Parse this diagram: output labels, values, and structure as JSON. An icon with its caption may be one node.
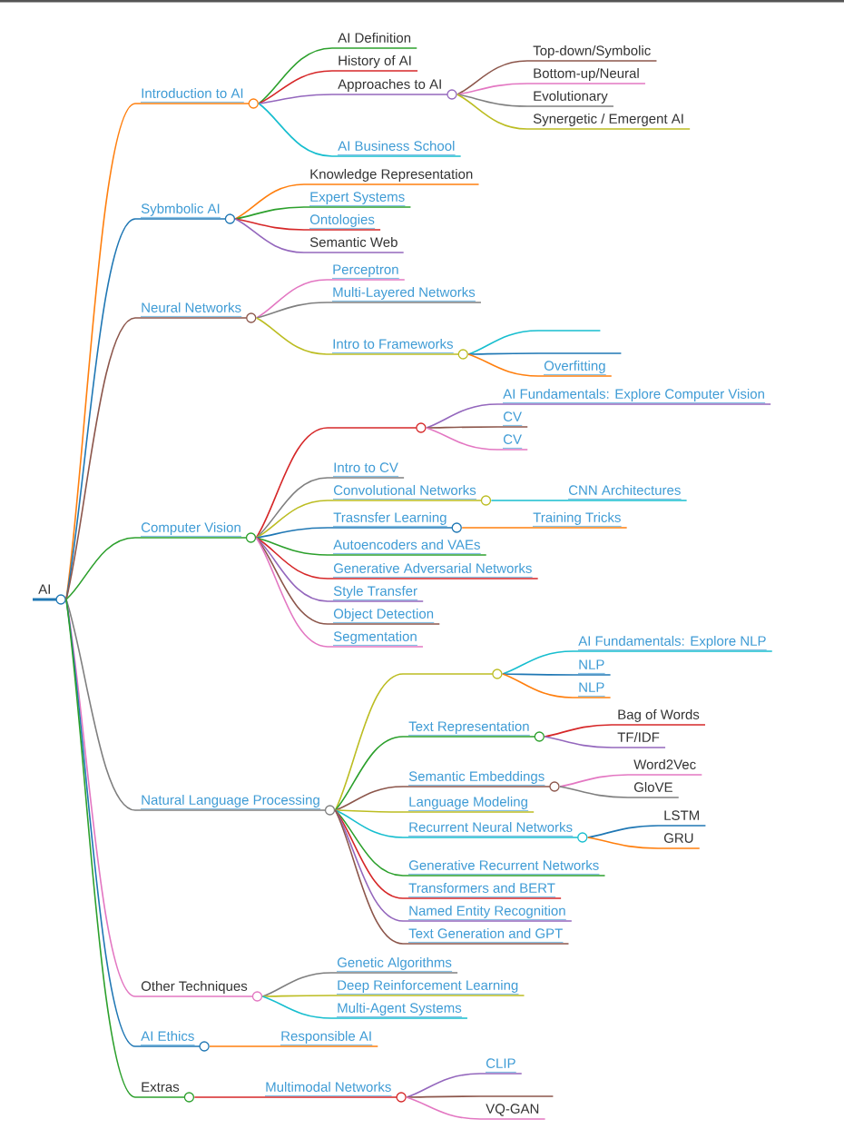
{
  "diagram": {
    "nodes": [
      {
        "text": [
          "AI"
        ]
      },
      {
        "text": [
          "Introduction to AI"
        ]
      },
      {
        "text": [
          "AI Definition"
        ]
      },
      {
        "text": [
          "History of AI"
        ]
      },
      {
        "text": [
          "Approaches to AI"
        ]
      },
      {
        "text": [
          "Top-down/Symbolic"
        ]
      },
      {
        "text": [
          "Bottom-up/Neural"
        ]
      },
      {
        "text": [
          "Evolutionary"
        ]
      },
      {
        "text": [
          "Synergetic / Emergent AI"
        ]
      },
      {
        "text": [
          "AI Business School"
        ]
      },
      {
        "text": [
          "Sybmbolic AI"
        ]
      },
      {
        "text": [
          "Knowledge Representation"
        ]
      },
      {
        "text": [
          "Expert Systems"
        ]
      },
      {
        "text": [
          "Ontologies"
        ]
      },
      {
        "text": [
          "Semantic Web"
        ]
      },
      {
        "text": [
          "Neural Networks"
        ]
      },
      {
        "text": [
          "Perceptron"
        ]
      },
      {
        "text": [
          "Multi-Layered Networks"
        ]
      },
      {
        "text": [
          "Intro to Frameworks"
        ]
      },
      {
        "text": [],
        "shape": "line"
      },
      {
        "text": [],
        "shape": "line"
      },
      {
        "text": [
          "Overfitting"
        ]
      },
      {
        "text": [
          "Computer Vision"
        ]
      },
      {
        "text": [],
        "shape": "line"
      },
      {
        "text": [
          "AI Fundamentals: Explore Computer Vision"
        ]
      },
      {
        "text": [
          "CV"
        ]
      },
      {
        "text": [
          "CV"
        ]
      },
      {
        "text": [
          "Intro to CV"
        ]
      },
      {
        "text": [
          "Convolutional Networks"
        ]
      },
      {
        "text": [
          "CNN Architectures"
        ]
      },
      {
        "text": [
          "Trasnsfer Learning"
        ]
      },
      {
        "text": [
          "Training Tricks"
        ]
      },
      {
        "text": [
          "Autoencoders and VAEs"
        ]
      },
      {
        "text": [
          "Generative Adversarial Networks"
        ]
      },
      {
        "text": [
          "Style Transfer"
        ]
      },
      {
        "text": [
          "Object Detection"
        ]
      },
      {
        "text": [
          "Segmentation"
        ]
      },
      {
        "text": [
          "Natural Language Processing"
        ]
      },
      {
        "text": [],
        "shape": "line"
      },
      {
        "text": [
          "AI Fundamentals: Explore NLP"
        ]
      },
      {
        "text": [
          "NLP"
        ]
      },
      {
        "text": [
          "NLP"
        ]
      },
      {
        "text": [
          "Text Representation"
        ]
      },
      {
        "text": [
          "Bag of Words"
        ]
      },
      {
        "text": [
          "TF/IDF"
        ]
      },
      {
        "text": [
          "Semantic Embeddings"
        ]
      },
      {
        "text": [
          "Word2Vec"
        ]
      },
      {
        "text": [
          "GloVE"
        ]
      },
      {
        "text": [
          "Language Modeling"
        ]
      },
      {
        "text": [
          "Recurrent Neural Networks"
        ]
      },
      {
        "text": [
          "LSTM"
        ]
      },
      {
        "text": [
          "GRU"
        ]
      },
      {
        "text": [
          "Generative Recurrent Networks"
        ]
      },
      {
        "text": [
          "Transformers and BERT"
        ]
      },
      {
        "text": [
          "Named Entity Recognition"
        ]
      },
      {
        "text": [
          "Text Generation and GPT"
        ]
      },
      {
        "text": [
          "Other Techniques"
        ]
      },
      {
        "text": [
          "Genetic Algorithms"
        ]
      },
      {
        "text": [
          "Deep Reinforcement Learning"
        ]
      },
      {
        "text": [
          "Multi-Agent Systems"
        ]
      },
      {
        "text": [
          "AI Ethics"
        ]
      },
      {
        "text": [
          "Responsible AI"
        ]
      },
      {
        "text": [
          "Extras"
        ]
      },
      {
        "text": [
          "Multimodal Networks"
        ]
      },
      {
        "text": [
          "CLIP"
        ]
      },
      {
        "text": [],
        "shape": "line"
      },
      {
        "text": [
          "VQ-GAN"
        ]
      }
    ],
    "edges": [
      {
        "from": 0,
        "to": 1,
        "arrow": "none",
        "color": "#ff7f0e"
      },
      {
        "from": 1,
        "to": 2,
        "arrow": "none",
        "color": "#2ca02c"
      },
      {
        "from": 1,
        "to": 3,
        "arrow": "none",
        "color": "#d62728"
      },
      {
        "from": 1,
        "to": 4,
        "arrow": "none",
        "color": "#9467bd"
      },
      {
        "from": 4,
        "to": 5,
        "arrow": "none",
        "color": "#8c564b"
      },
      {
        "from": 4,
        "to": 6,
        "arrow": "none",
        "color": "#e377c2"
      },
      {
        "from": 4,
        "to": 7,
        "arrow": "none",
        "color": "#7f7f7f"
      },
      {
        "from": 4,
        "to": 8,
        "arrow": "none",
        "color": "#bcbd22"
      },
      {
        "from": 1,
        "to": 9,
        "arrow": "none",
        "color": "#17becf"
      },
      {
        "from": 0,
        "to": 10,
        "arrow": "none",
        "color": "#1f77b4"
      },
      {
        "from": 10,
        "to": 11,
        "arrow": "none",
        "color": "#ff7f0e"
      },
      {
        "from": 10,
        "to": 12,
        "arrow": "none",
        "color": "#2ca02c"
      },
      {
        "from": 10,
        "to": 13,
        "arrow": "none",
        "color": "#d62728"
      },
      {
        "from": 10,
        "to": 14,
        "arrow": "none",
        "color": "#9467bd"
      },
      {
        "from": 0,
        "to": 15,
        "arrow": "none",
        "color": "#8c564b"
      },
      {
        "from": 15,
        "to": 16,
        "arrow": "none",
        "color": "#e377c2"
      },
      {
        "from": 15,
        "to": 17,
        "arrow": "none",
        "color": "#7f7f7f"
      },
      {
        "from": 15,
        "to": 18,
        "arrow": "none",
        "color": "#bcbd22"
      },
      {
        "from": 18,
        "to": 19,
        "arrow": "none",
        "color": "#17becf"
      },
      {
        "from": 18,
        "to": 20,
        "arrow": "none",
        "color": "#1f77b4"
      },
      {
        "from": 18,
        "to": 21,
        "arrow": "none",
        "color": "#ff7f0e"
      },
      {
        "from": 0,
        "to": 22,
        "arrow": "none",
        "color": "#2ca02c"
      },
      {
        "from": 22,
        "to": 23,
        "arrow": "none",
        "color": "#d62728"
      },
      {
        "from": 23,
        "to": 24,
        "arrow": "none",
        "color": "#9467bd"
      },
      {
        "from": 23,
        "to": 25,
        "arrow": "none",
        "color": "#8c564b"
      },
      {
        "from": 23,
        "to": 26,
        "arrow": "none",
        "color": "#e377c2"
      },
      {
        "from": 22,
        "to": 27,
        "arrow": "none",
        "color": "#7f7f7f"
      },
      {
        "from": 22,
        "to": 28,
        "arrow": "none",
        "color": "#bcbd22"
      },
      {
        "from": 28,
        "to": 29,
        "arrow": "none",
        "color": "#17becf"
      },
      {
        "from": 22,
        "to": 30,
        "arrow": "none",
        "color": "#1f77b4"
      },
      {
        "from": 30,
        "to": 31,
        "arrow": "none",
        "color": "#ff7f0e"
      },
      {
        "from": 22,
        "to": 32,
        "arrow": "none",
        "color": "#2ca02c"
      },
      {
        "from": 22,
        "to": 33,
        "arrow": "none",
        "color": "#d62728"
      },
      {
        "from": 22,
        "to": 34,
        "arrow": "none",
        "color": "#9467bd"
      },
      {
        "from": 22,
        "to": 35,
        "arrow": "none",
        "color": "#8c564b"
      },
      {
        "from": 22,
        "to": 36,
        "arrow": "none",
        "color": "#e377c2"
      },
      {
        "from": 0,
        "to": 37,
        "arrow": "none",
        "color": "#7f7f7f"
      },
      {
        "from": 37,
        "to": 38,
        "arrow": "none",
        "color": "#bcbd22"
      },
      {
        "from": 38,
        "to": 39,
        "arrow": "none",
        "color": "#17becf"
      },
      {
        "from": 38,
        "to": 40,
        "arrow": "none",
        "color": "#1f77b4"
      },
      {
        "from": 38,
        "to": 41,
        "arrow": "none",
        "color": "#ff7f0e"
      },
      {
        "from": 37,
        "to": 42,
        "arrow": "none",
        "color": "#2ca02c"
      },
      {
        "from": 42,
        "to": 43,
        "arrow": "none",
        "color": "#d62728"
      },
      {
        "from": 42,
        "to": 44,
        "arrow": "none",
        "color": "#9467bd"
      },
      {
        "from": 37,
        "to": 45,
        "arrow": "none",
        "color": "#8c564b"
      },
      {
        "from": 45,
        "to": 46,
        "arrow": "none",
        "color": "#e377c2"
      },
      {
        "from": 45,
        "to": 47,
        "arrow": "none",
        "color": "#7f7f7f"
      },
      {
        "from": 37,
        "to": 48,
        "arrow": "none",
        "color": "#bcbd22"
      },
      {
        "from": 37,
        "to": 49,
        "arrow": "none",
        "color": "#17becf"
      },
      {
        "from": 49,
        "to": 50,
        "arrow": "none",
        "color": "#1f77b4"
      },
      {
        "from": 49,
        "to": 51,
        "arrow": "none",
        "color": "#ff7f0e"
      },
      {
        "from": 37,
        "to": 52,
        "arrow": "none",
        "color": "#2ca02c"
      },
      {
        "from": 37,
        "to": 53,
        "arrow": "none",
        "color": "#d62728"
      },
      {
        "from": 37,
        "to": 54,
        "arrow": "none",
        "color": "#9467bd"
      },
      {
        "from": 37,
        "to": 55,
        "arrow": "none",
        "color": "#8c564b"
      },
      {
        "from": 0,
        "to": 56,
        "arrow": "none",
        "color": "#e377c2"
      },
      {
        "from": 56,
        "to": 57,
        "arrow": "none",
        "color": "#7f7f7f"
      },
      {
        "from": 56,
        "to": 58,
        "arrow": "none",
        "color": "#bcbd22"
      },
      {
        "from": 56,
        "to": 59,
        "arrow": "none",
        "color": "#17becf"
      },
      {
        "from": 0,
        "to": 60,
        "arrow": "none",
        "color": "#1f77b4"
      },
      {
        "from": 60,
        "to": 61,
        "arrow": "none",
        "color": "#ff7f0e"
      },
      {
        "from": 0,
        "to": 62,
        "arrow": "none",
        "color": "#2ca02c"
      },
      {
        "from": 62,
        "to": 63,
        "arrow": "none",
        "color": "#d62728"
      },
      {
        "from": 63,
        "to": 64,
        "arrow": "none",
        "color": "#9467bd"
      },
      {
        "from": 63,
        "to": 65,
        "arrow": "none",
        "color": "#8c564b"
      },
      {
        "from": 63,
        "to": 66,
        "arrow": "none",
        "color": "#e377c2"
      }
    ]
  }
}
